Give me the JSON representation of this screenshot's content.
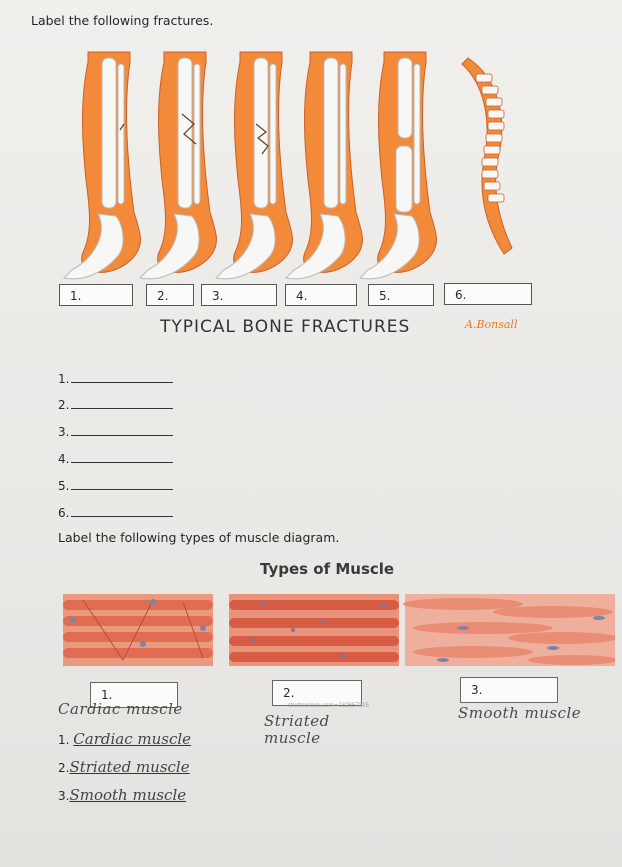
{
  "worksheet": {
    "instruction_fractures": "Label the following fractures.",
    "fracture_figure": {
      "box_labels": [
        "1.",
        "2.",
        "3.",
        "4.",
        "5.",
        "6."
      ],
      "caption": "TYPICAL BONE FRACTURES",
      "signature": "A.Bonsall"
    },
    "fracture_answers": [
      {
        "number": "1.",
        "value": ""
      },
      {
        "number": "2.",
        "value": ""
      },
      {
        "number": "3.",
        "value": ""
      },
      {
        "number": "4.",
        "value": ""
      },
      {
        "number": "5.",
        "value": ""
      },
      {
        "number": "6.",
        "value": ""
      }
    ],
    "instruction_muscle": "Label the following types of muscle diagram.",
    "muscle_figure": {
      "title": "Types of Muscle",
      "box_labels": [
        "1.",
        "2.",
        "3."
      ],
      "watermark": "shutterstock.com • 162657215",
      "handwritten_labels": [
        "Cardiac muscle",
        "Striated muscle",
        "Smooth muscle"
      ]
    },
    "muscle_answers": [
      {
        "number": "1.",
        "value": "Cardiac muscle"
      },
      {
        "number": "2.",
        "value": "Striated muscle"
      },
      {
        "number": "3.",
        "value": "Smooth muscle"
      }
    ],
    "colors": {
      "bone_orange": "#f28a3a",
      "bone_white": "#f5f5f5",
      "muscle_red": "#e0735a",
      "paper": "#eceae7"
    }
  }
}
